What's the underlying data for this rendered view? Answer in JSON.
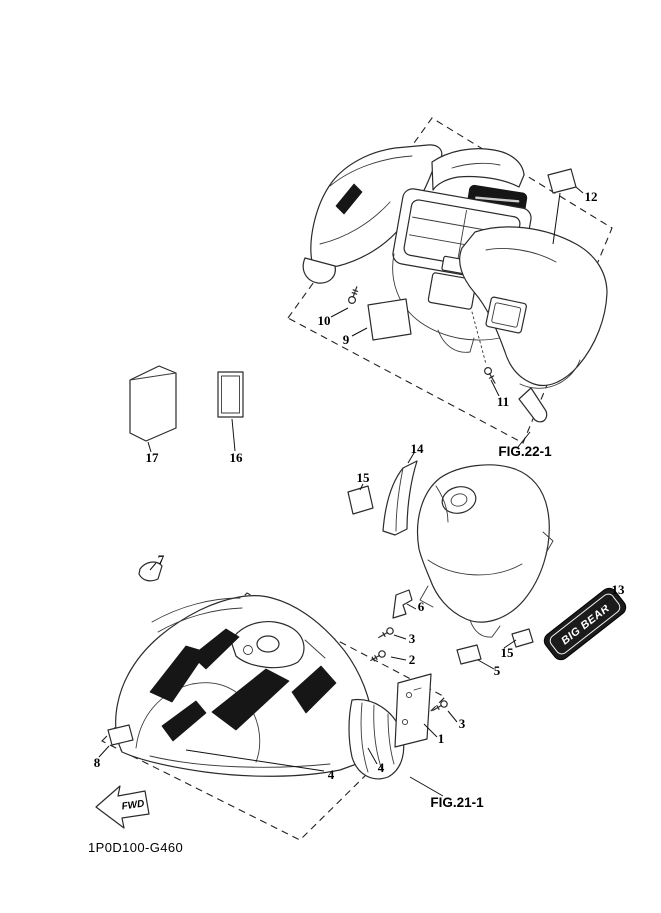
{
  "document": {
    "type": "exploded-parts-diagram",
    "part_code": "1P0D100-G460",
    "fwd_label": "FWD",
    "emblem_text": "BIG BEAR",
    "figures": {
      "fig22": "FIG.22-1",
      "fig21": "FIG.21-1"
    },
    "callouts": [
      "12",
      "10",
      "9",
      "11",
      "17",
      "16",
      "14",
      "15",
      "7",
      "13",
      "6",
      "3",
      "2",
      "15",
      "5",
      "3",
      "1",
      "8",
      "4",
      "4"
    ]
  }
}
